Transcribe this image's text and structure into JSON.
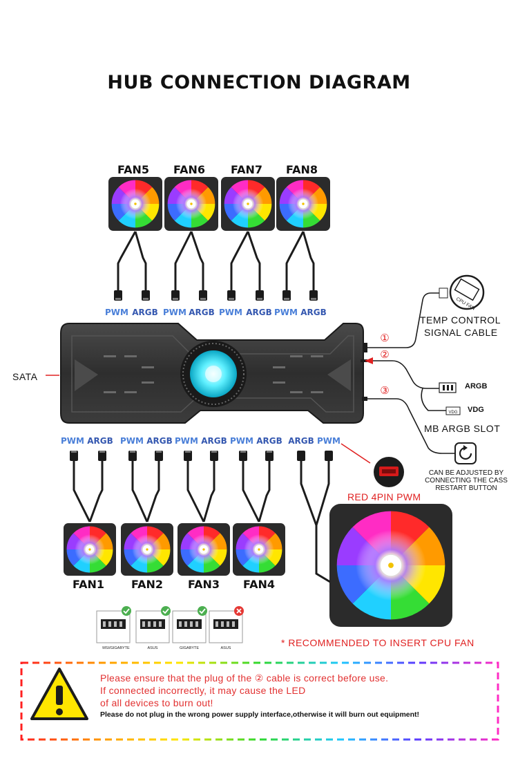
{
  "title": "HUB CONNECTION DIAGRAM",
  "top_fans": [
    "FAN5",
    "FAN6",
    "FAN7",
    "FAN8"
  ],
  "bottom_fans": [
    "FAN1",
    "FAN2",
    "FAN3",
    "FAN4"
  ],
  "pin_labels": {
    "pwm": "PWM",
    "argb": "ARGB"
  },
  "hub": {
    "sata_label": "SATA"
  },
  "ports": {
    "port1": "①",
    "port2": "②",
    "port3": "③"
  },
  "connections": {
    "cpu_fan_icon": "CPU FAN",
    "temp_control_line1": "TEMP CONTROL",
    "temp_control_line2": "SIGNAL CABLE",
    "argb_plug": "ARGB",
    "vdg_plug": "VDG",
    "vdg_plug_tag": "VDG",
    "mb_argb_slot": "MB ARGB SLOT",
    "restart_line1": "CAN BE ADJUSTED BY",
    "restart_line2": "CONNECTING THE CASS",
    "restart_line3": "RESTART BUTTON",
    "red_4pin": "RED 4PIN PWM",
    "recommend": "* RECOMMENDED TO INSERT CPU FAN"
  },
  "compat": [
    {
      "label": "MSI/GIGABYTE",
      "ok": true
    },
    {
      "label": "ASUS",
      "ok": true
    },
    {
      "label": "GIGABYTE",
      "ok": true
    },
    {
      "label": "ASUS",
      "ok": false
    }
  ],
  "warning": {
    "line1": "Please ensure that the plug of the ② cable is correct before use.",
    "line2": "If connected incorrectly, it may cause the LED",
    "line3": "of all devices to burn out!",
    "line4": "Please do not plug in the wrong power supply interface,otherwise it will burn out equipment!"
  },
  "colors": {
    "pwm": "#4a7fd8",
    "argb": "#3558b0",
    "warning_text": "#e23030",
    "port_marker": "#e02020"
  }
}
